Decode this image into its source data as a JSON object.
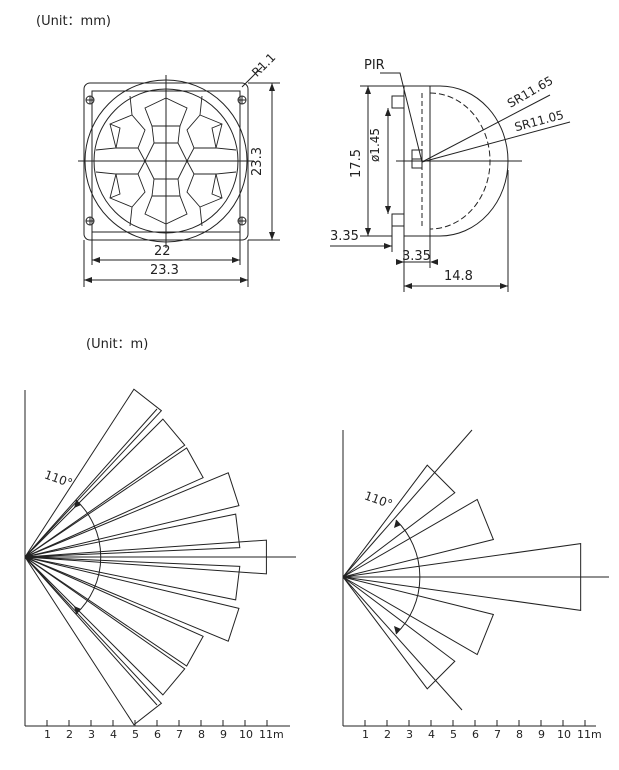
{
  "unit_top": "(Unit：mm)",
  "unit_bottom": "(Unit：m)",
  "front_view": {
    "radius_label": "R1.1",
    "width_inner": "22",
    "width_outer": "23.3",
    "height": "23.3"
  },
  "side_view": {
    "pir_label": "PIR",
    "sr1": "SR11.65",
    "sr2": "SR11.05",
    "dia": "ø1.45",
    "height": "17.5",
    "left_offset": "3.35",
    "bottom_offset": "3.35",
    "depth": "14.8"
  },
  "pattern_left": {
    "angle_label": "110°",
    "ticks": [
      "1",
      "2",
      "3",
      "4",
      "5",
      "6",
      "7",
      "8",
      "9",
      "10",
      "11m"
    ]
  },
  "pattern_right": {
    "angle_label": "110°",
    "ticks": [
      "1",
      "2",
      "3",
      "4",
      "5",
      "6",
      "7",
      "8",
      "9",
      "10",
      "11m"
    ]
  }
}
